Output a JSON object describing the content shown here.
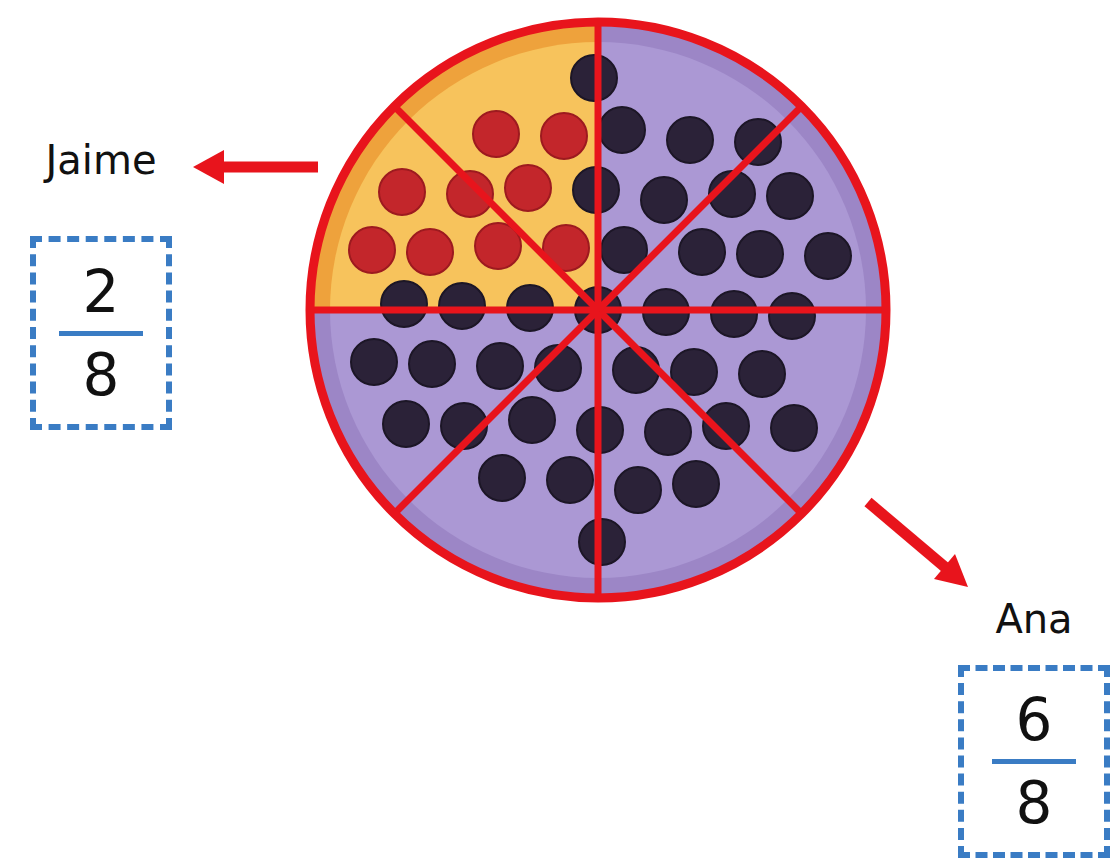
{
  "diagram": {
    "nodes": [
      {
        "text": [
          "Jaime",
          "2",
          "8"
        ]
      },
      {
        "text": [
          "Ana",
          "6",
          "8"
        ]
      }
    ]
  }
}
